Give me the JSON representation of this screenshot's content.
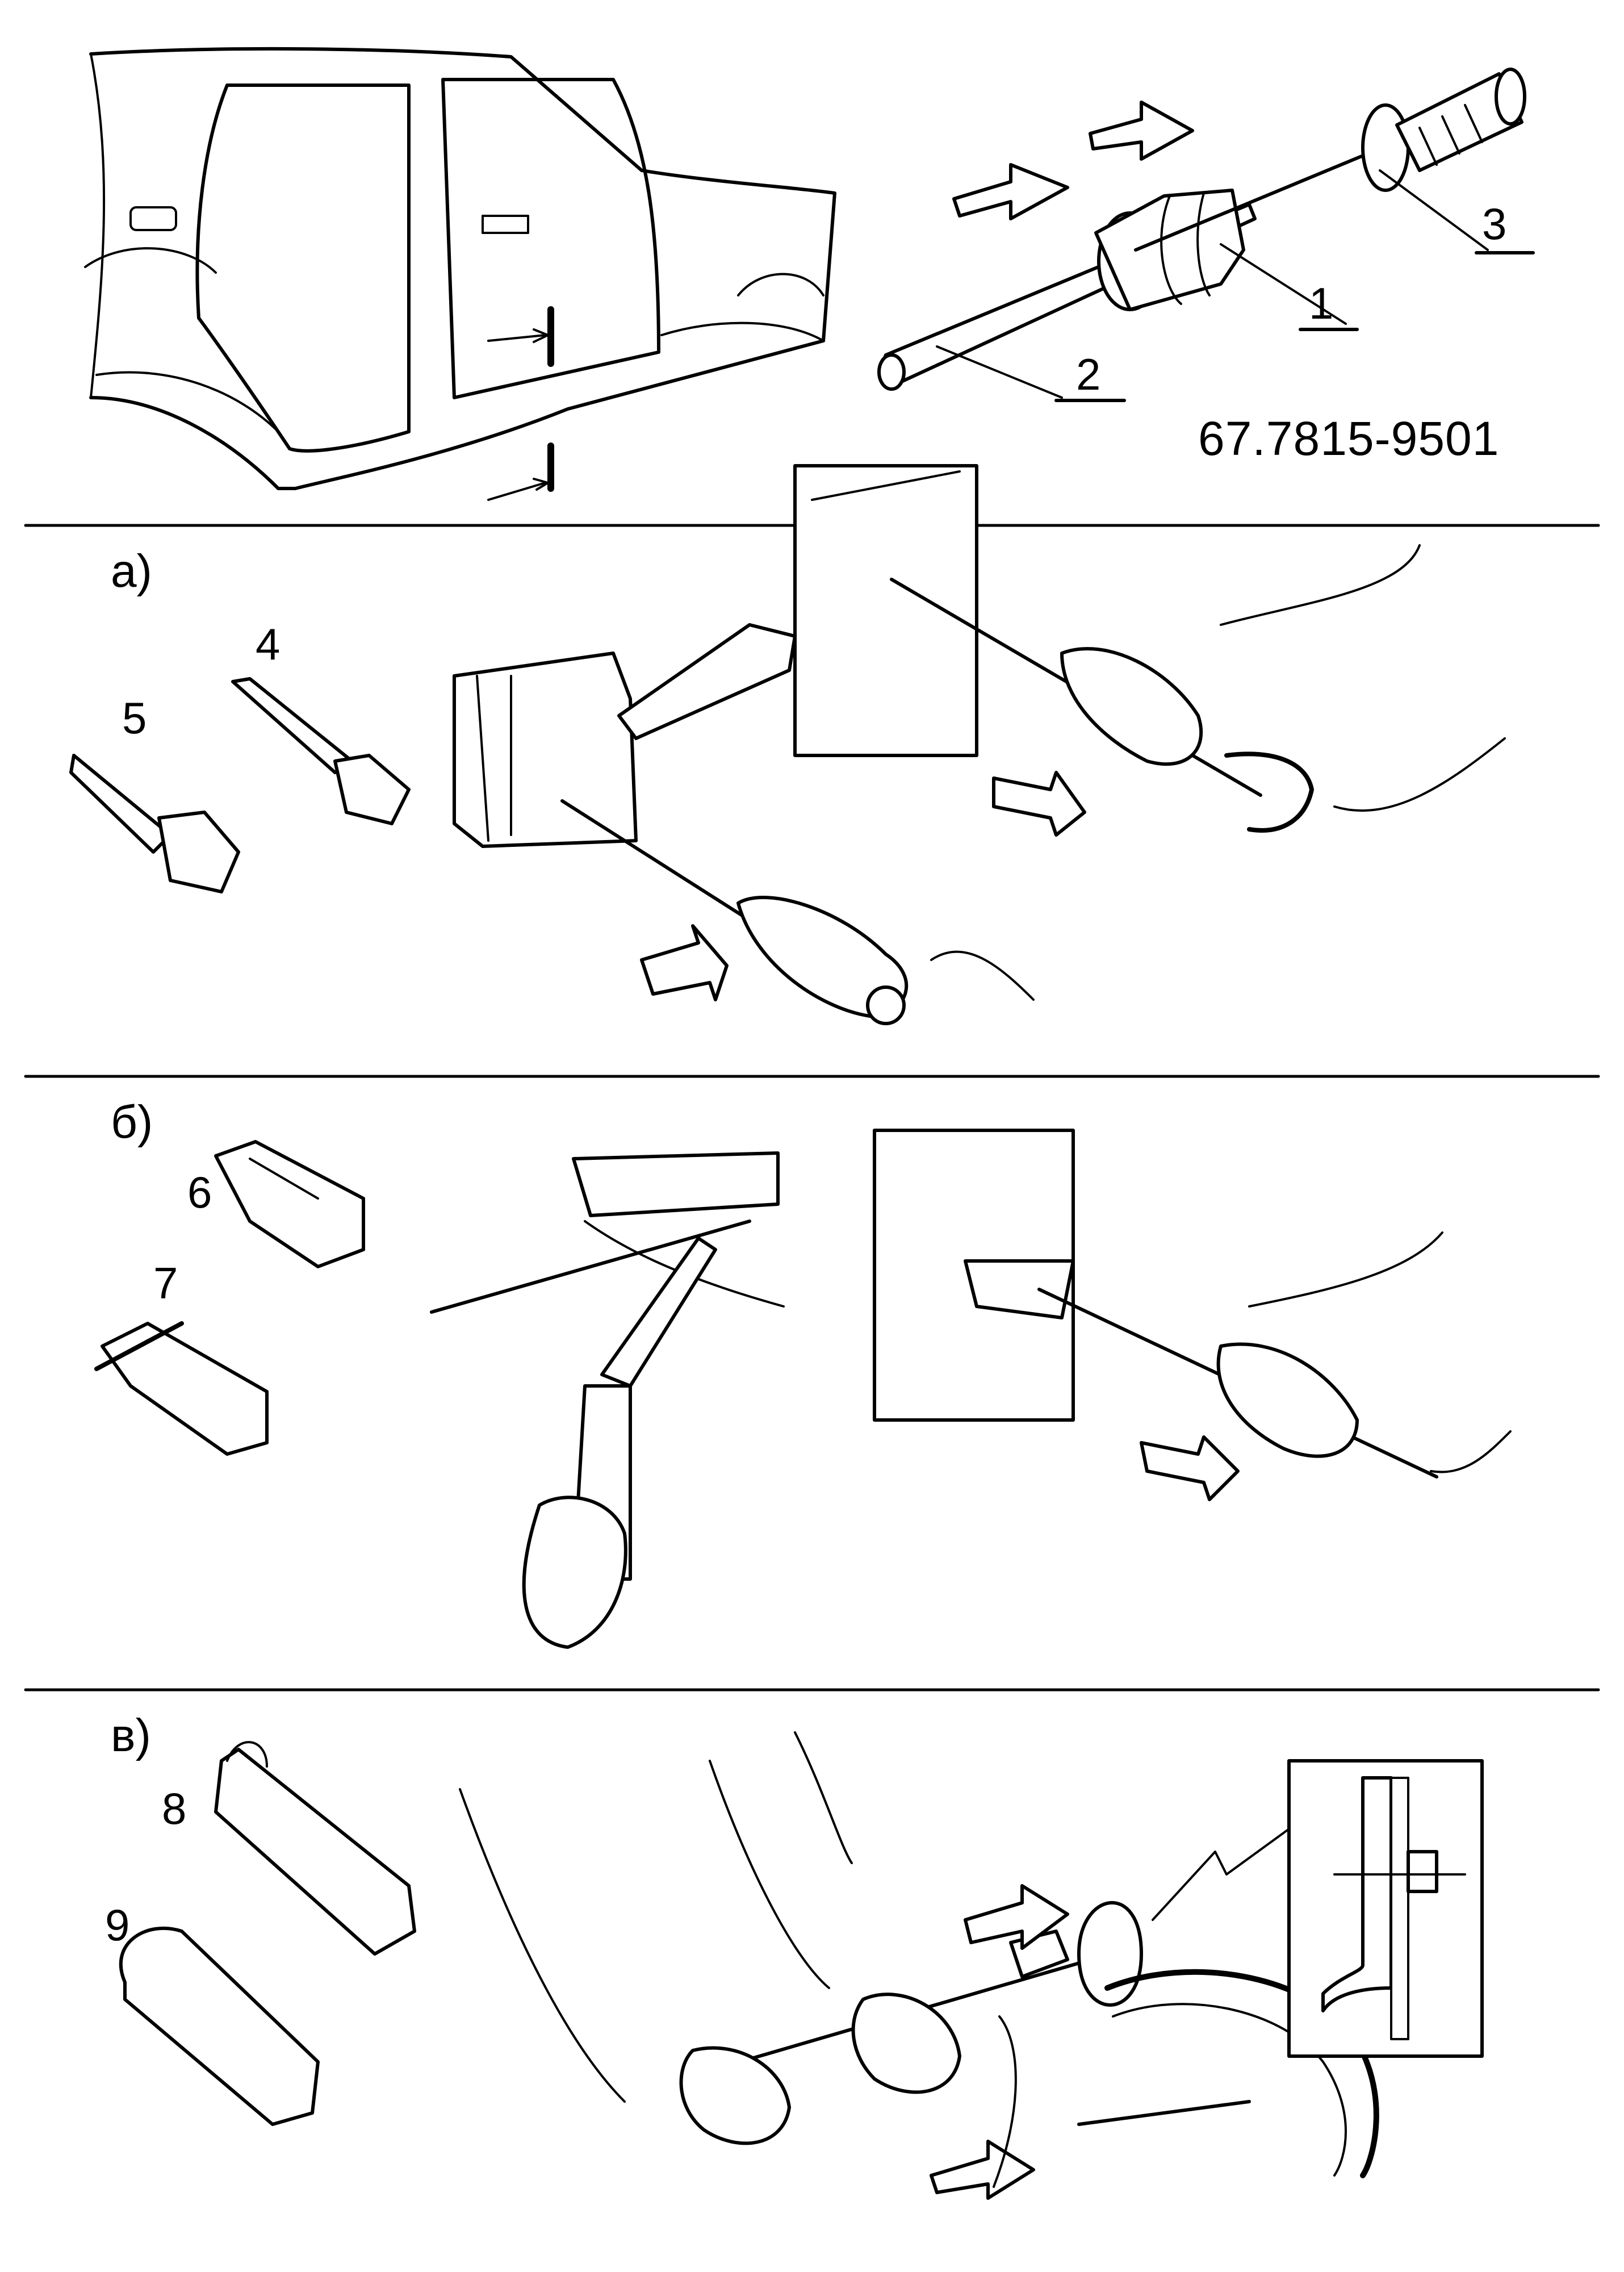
{
  "tool_code": "67.7815-9501",
  "callouts": {
    "inertia_weight": "1",
    "rod": "2",
    "handle_stop": "3",
    "screw_tip": "4",
    "step_tip": "5",
    "cone_tip": "6",
    "t_tip": "7",
    "hook_flat": "8",
    "hook_round": "9"
  },
  "sections": {
    "a": "а)",
    "b": "б)",
    "v": "в)"
  },
  "colors": {
    "ink": "#000000",
    "paper": "#ffffff"
  }
}
